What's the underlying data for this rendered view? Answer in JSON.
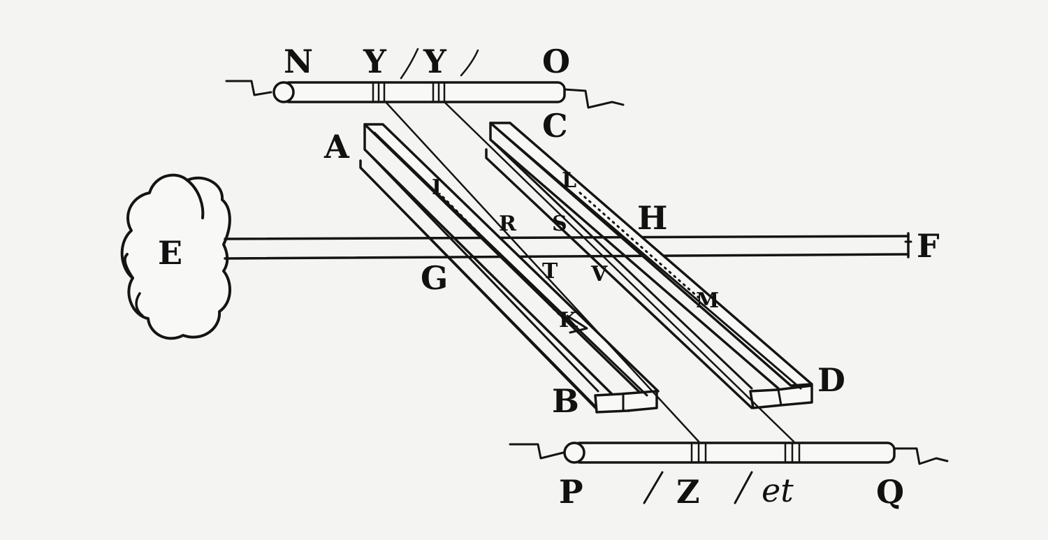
{
  "labels": {
    "N": "N",
    "Y1": "Y",
    "Y2": "Y",
    "O": "O",
    "A": "A",
    "C": "C",
    "I": "I",
    "L": "L",
    "R": "R",
    "S": "S",
    "H": "H",
    "E": "E",
    "F": "F",
    "G": "G",
    "T": "T",
    "V": "V",
    "M": "M",
    "K": "K",
    "B": "B",
    "D": "D",
    "P": "P",
    "Z": "Z",
    "et": "et",
    "Q": "Q"
  },
  "colors": {
    "ink": "#141414",
    "paper": "#f4f4f2"
  }
}
